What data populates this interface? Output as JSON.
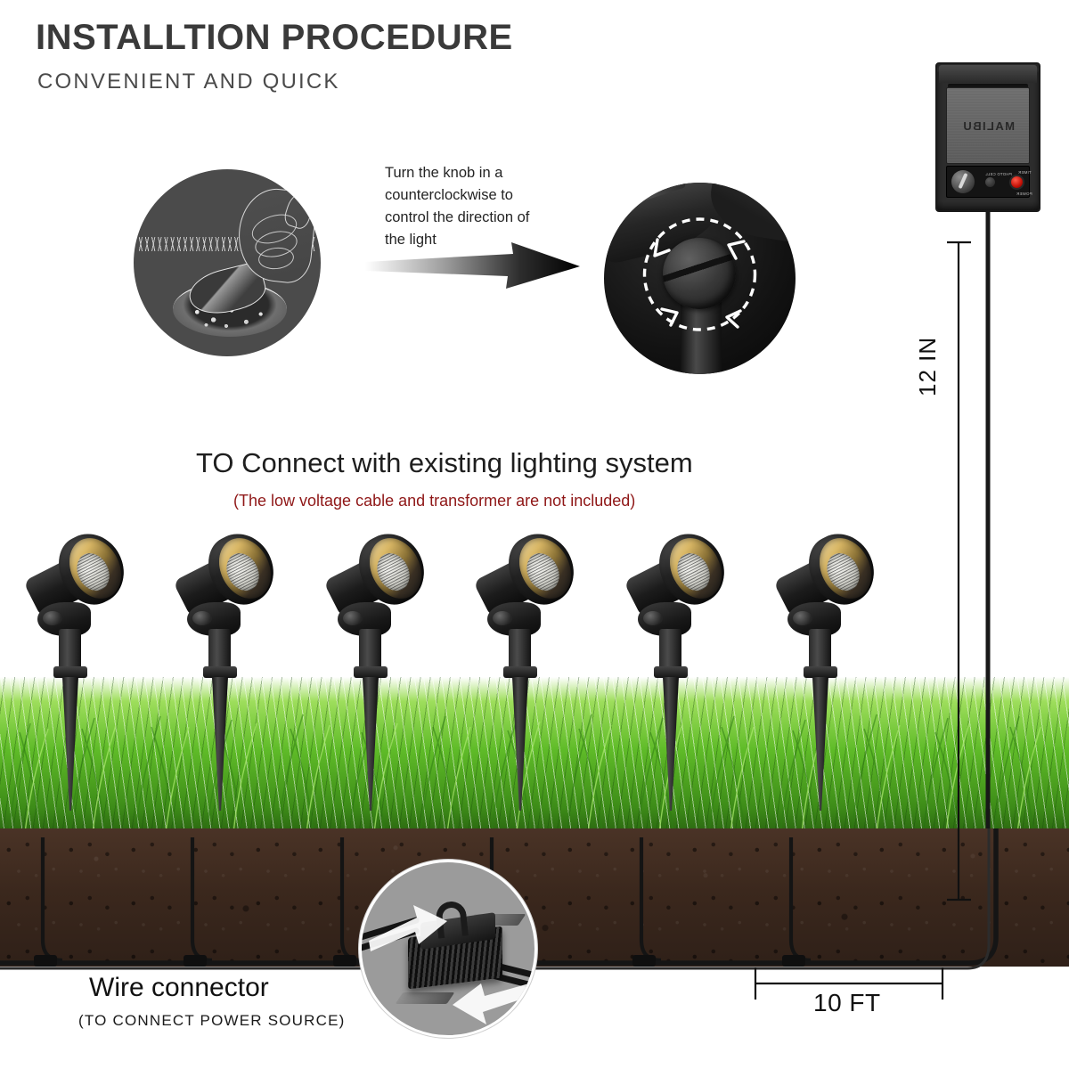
{
  "header": {
    "title": "INSTALLTION PROCEDURE",
    "subtitle": "CONVENIENT AND QUICK"
  },
  "steps": {
    "dig_illustration_name": "dig-hole-with-trowel-illustration",
    "knob_instruction": "Turn the knob in a counterclockwise to control the direction of the light",
    "knob_illustration_name": "rotate-knob-illustration",
    "arrow_name": "gradient-right-arrow"
  },
  "transformer": {
    "brand": "MALIBU",
    "knob_label": "TIMER",
    "button_label": "PHOTO CELL",
    "led_label": "POWER",
    "led_color": "#c41107"
  },
  "section": {
    "heading": "TO Connect with existing lighting system",
    "note": "(The low voltage cable and transformer are not included)",
    "note_color": "#8f1717"
  },
  "scene": {
    "lamp_count": 6,
    "lamp_label": "landscape-spotlight",
    "grass_color": "#5fbb28",
    "soil_color": "#3b281d",
    "cable_color": "#1a1a1a"
  },
  "connector": {
    "title": "Wire connector",
    "subtitle": "(TO CONNECT POWER SOURCE)"
  },
  "dimensions": {
    "vertical": "12 IN",
    "horizontal": "10 FT"
  }
}
